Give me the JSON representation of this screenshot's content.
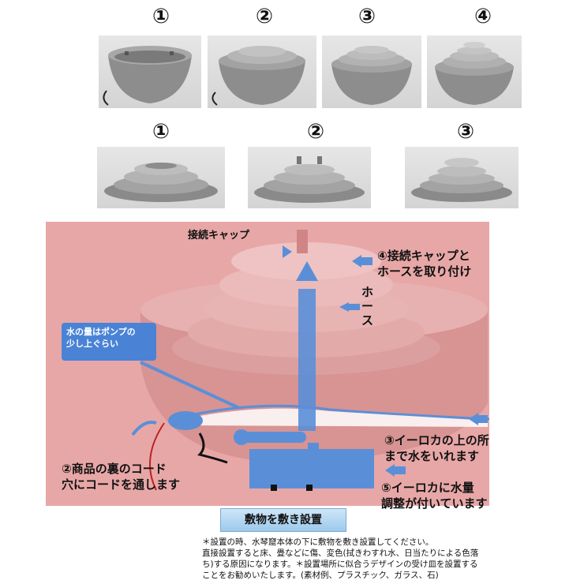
{
  "step_numbers_top": [
    "①",
    "②",
    "③",
    "④"
  ],
  "step_numbers_bottom": [
    "①",
    "②",
    "③"
  ],
  "labels": {
    "cap": "接続キャップ",
    "step4_line1": "④接続キャップと",
    "step4_line2": "ホースを取り付け",
    "hose_chars": [
      "ホ",
      "ー",
      "ス"
    ],
    "water_level_line1": "水の量はポンプの",
    "water_level_line2": "少し上ぐらい",
    "step3_line1": "③イーロカの上の所",
    "step3_line2": "まで水をいれます",
    "step2_line1": "②商品の裏のコード",
    "step2_line2": "穴にコードを通します",
    "step5_line1": "⑤イーロカに水量",
    "step5_line2": "調整が付いています",
    "mat": "敷物を敷き設置"
  },
  "notes": [
    "＊設置の時、水琴窟本体の下に敷物を敷き設置してください。",
    "直接設置すると床、畳などに傷、変色(拭きわすれ水、日当たりによる色落",
    "ち)する原因になります。＊設置場所に似合うデザインの受け皿を設置する",
    "ことをお勧めいたします。(素材例、プラスチック、ガラス、石)"
  ],
  "colors": {
    "diagram_bg": "#e8a7a7",
    "arrow_blue": "#4a83d6",
    "pump_blue": "#5a8fd8"
  }
}
